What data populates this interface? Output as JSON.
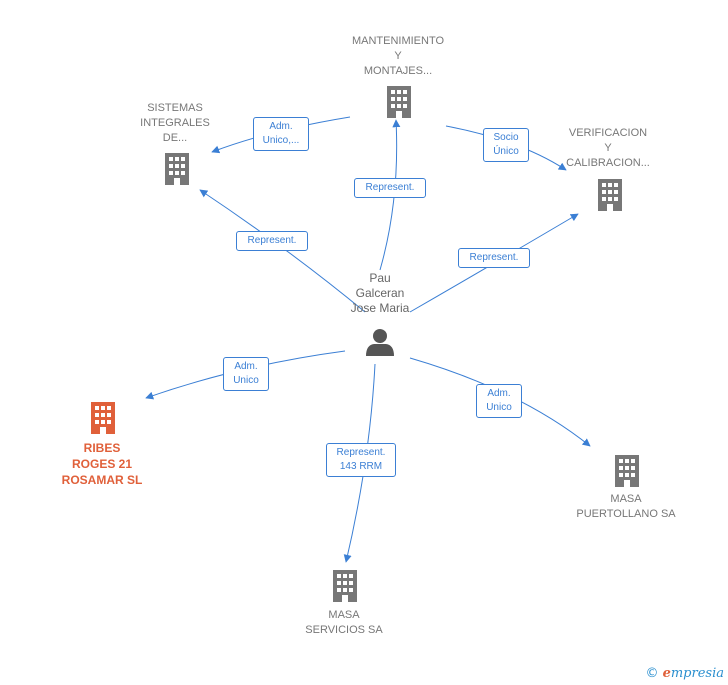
{
  "center": {
    "label": "Pau\nGalceran\nJose Maria"
  },
  "nodes": [
    {
      "id": "mantenimiento",
      "label": "MANTENIMIENTO\nY\nMONTAJES...",
      "focus": false
    },
    {
      "id": "sistemas",
      "label": "SISTEMAS\nINTEGRALES\nDE...",
      "focus": false
    },
    {
      "id": "verificacion",
      "label": "VERIFICACION\nY\nCALIBRACION...",
      "focus": false
    },
    {
      "id": "ribes",
      "label": "RIBES\nROGES 21\nROSAMAR  SL",
      "focus": true
    },
    {
      "id": "masa-servicios",
      "label": "MASA\nSERVICIOS SA",
      "focus": false
    },
    {
      "id": "masa-puertollano",
      "label": "MASA\nPUERTOLLANO SA",
      "focus": false
    }
  ],
  "edges": [
    {
      "id": "e-mant-sist",
      "label": "Adm.\nUnico,..."
    },
    {
      "id": "e-mant-verif",
      "label": "Socio\nÚnico"
    },
    {
      "id": "e-pau-mant",
      "label": "Represent."
    },
    {
      "id": "e-pau-sist",
      "label": "Represent."
    },
    {
      "id": "e-pau-verif",
      "label": "Represent."
    },
    {
      "id": "e-pau-ribes",
      "label": "Adm.\nUnico"
    },
    {
      "id": "e-pau-masaserv",
      "label": "Represent.\n143 RRM"
    },
    {
      "id": "e-pau-masapuert",
      "label": "Adm.\nUnico"
    }
  ],
  "colors": {
    "edge": "#3b7fd4",
    "building": "#777777",
    "focus": "#e0603a",
    "person": "#555555"
  },
  "watermark": {
    "symbol": "©",
    "brand_initial": "e",
    "brand_rest": "mpresia"
  }
}
